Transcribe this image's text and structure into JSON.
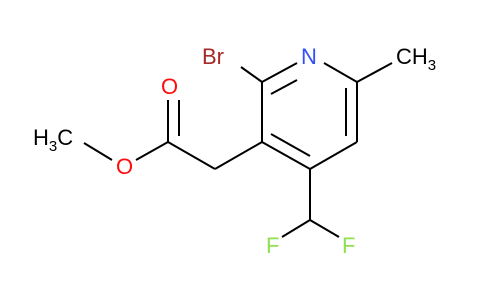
{
  "molecule": {
    "atoms": {
      "br": "Br",
      "n": "N",
      "ch3_right": "CH",
      "ch3_right_sub": "3",
      "o_carbonyl": "O",
      "o_ester": "O",
      "h3c_left": "H",
      "h3c_left_sub": "3",
      "h3c_left_c": "C",
      "f_left": "F",
      "f_right": "F"
    },
    "colors": {
      "bond": "#000000",
      "carbon": "#000000",
      "nitrogen": "#3050F8",
      "oxygen": "#FF0D0D",
      "bromine": "#A62929",
      "fluorine": "#90E050"
    }
  }
}
